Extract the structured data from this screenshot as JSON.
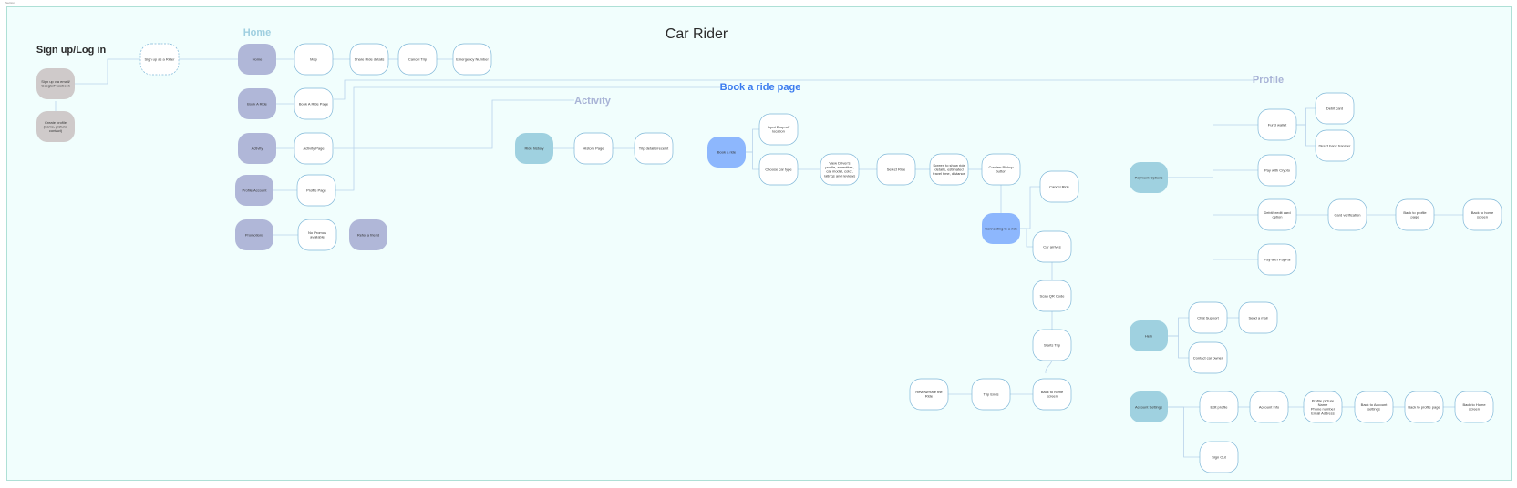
{
  "frame_label": "Section",
  "title": "Car Rider",
  "sections": {
    "signup": "Sign up/Log in",
    "home": "Home",
    "activity": "Activity",
    "book": "Book a ride page",
    "profile": "Profile"
  },
  "colors": {
    "background": "#f1fefd",
    "border": "#aee0d6",
    "connector": "#b9d3ea",
    "node_stroke": "#7fb7d8",
    "gray_fill": "#cfcaca",
    "lavender_fill": "#b0b7d8",
    "teal_fill": "#9fd1e0",
    "blue_fill": "#8db7fd",
    "home_label": "#9fcfe0",
    "book_label": "#3a7bef",
    "section_label_muted": "#a8b3d6"
  },
  "nodes": {
    "signup_social": "Sign up via email/\nGoogle/Facebook",
    "create_profile": "Create profile\n(name, picture,\ncontact)",
    "signup_rider": "Sign up as a Rider",
    "home": "Home",
    "book_a_ride": "Book A Ride",
    "activity": "Activity",
    "profile_account": "Profile/Account",
    "promotions": "Promotions",
    "map": "Map",
    "share_ride": "Share Ride details",
    "cancel_trip": "Cancel Trip",
    "emergency": "Emergency Number",
    "book_ride_page": "Book A Ride Page",
    "activity_page": "Activity Page",
    "profile_page": "Profile Page",
    "no_promos": "No Promos\navailable",
    "refer_friend": "Refer a friend",
    "ride_history": "Ride history",
    "history_page": "History Page",
    "trip_details": "Trip details/receipt",
    "book_a_ride_btn": "Book a ride",
    "input_dropoff": "Input Drop-off\nlocation",
    "choose_car": "Choose car type",
    "view_driver": "View Driver's\nprofile, amenities,\ncar model, color,\nratings and reviews",
    "select_ride": "Select Ride",
    "screen_ride_details": "Screen to show ride\ndetails, estimated\ntravel time, distance",
    "confirm_pickup": "Confirm Pickup\nbutton",
    "cancel_ride": "Cancel Ride",
    "connecting": "Connecting to a ride",
    "car_arrives": "Car arrives",
    "scan_qr": "Scan QR Code",
    "starts_trip": "Starts Trip",
    "back_home_screen": "Back to home\nscreen",
    "trip_ends": "Trip Ends",
    "review_rate": "Review/Rate the\nRide",
    "payment_options": "Payment Options",
    "fund_wallet": "Fund wallet",
    "debit_card": "Debit card",
    "direct_bank": "Direct bank transfer",
    "pay_crypto": "Pay with Crypto",
    "debit_credit": "Debit/credit card\noption",
    "card_verification": "Card verification",
    "back_profile_page": "Back to profile\npage",
    "back_home_screen_2": "Back to home\nscreen",
    "pay_paypal": "Pay with PayPal",
    "help": "Help",
    "chat_support": "Chat Support",
    "send_mail": "Send a mail",
    "contact_owner": "Contact car owner",
    "account_settings": "Account Settings",
    "edit_profile": "Edit profile",
    "account_info": "Account Info",
    "profile_fields": "Profile picture\nName\nPhone number\nEmail Address",
    "back_account_settings": "Back to Account\nsettings",
    "back_profile_page_2": "Back to profile page",
    "back_home_screen_3": "Back to Home\nscreen",
    "sign_out": "Sign Out"
  }
}
